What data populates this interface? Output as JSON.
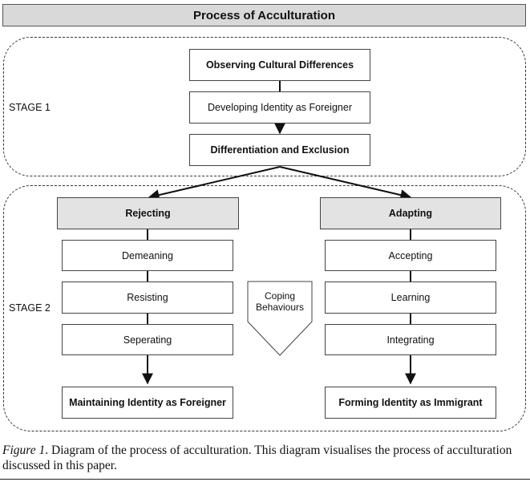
{
  "diagram": {
    "title": "Process of Acculturation",
    "stage1": {
      "label": "STAGE 1",
      "boxes": [
        "Observing Cultural Differences",
        "Developing Identity as Foreigner",
        "Differentiation and Exclusion"
      ]
    },
    "stage2": {
      "label": "STAGE 2",
      "left": {
        "header": "Rejecting",
        "steps": [
          "Demeaning",
          "Resisting",
          "Seperating"
        ],
        "outcome": "Maintaining Identity as Foreigner"
      },
      "right": {
        "header": "Adapting",
        "steps": [
          "Accepting",
          "Learning",
          "Integrating"
        ],
        "outcome": "Forming Identity as Immigrant"
      },
      "coping": "Coping Behaviours"
    }
  },
  "caption": {
    "figure_label": "Figure 1",
    "text": ". Diagram of the process of acculturation. This diagram visualises the process of acculturation discussed in this paper."
  }
}
